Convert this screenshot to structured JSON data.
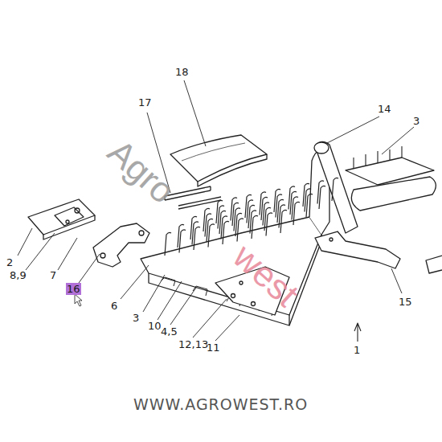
{
  "diagram": {
    "labels": [
      "18",
      "17",
      "14",
      "3",
      "2",
      "8,9",
      "7",
      "16",
      "6",
      "3",
      "10",
      "4,5",
      "12,13",
      "11",
      "15",
      "1",
      "Agro",
      "west",
      "WWW.AGROWEST.RO"
    ]
  }
}
